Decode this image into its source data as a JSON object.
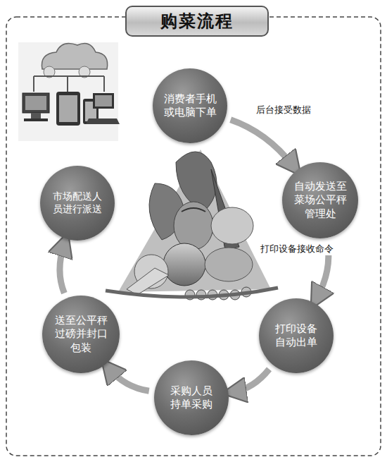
{
  "diagram": {
    "title": "购菜流程",
    "nodes": [
      {
        "text": [
          "消费者手机或电脑下单"
        ]
      },
      {
        "text": [
          "自动发送至菜场公平秤管理处"
        ]
      },
      {
        "text": [
          "打印设备自动出单"
        ]
      },
      {
        "text": [
          "采购人员持单采购"
        ]
      },
      {
        "text": [
          "送至公平秤过磅并封口包装"
        ]
      },
      {
        "text": [
          "市场配送人员进行派送"
        ]
      }
    ],
    "edges": [
      {
        "from": 0,
        "to": 1,
        "label": "后台接受数据",
        "arrow": "to"
      },
      {
        "from": 1,
        "to": 2,
        "label": "打印设备接收命令",
        "arrow": "to"
      },
      {
        "from": 2,
        "to": 3,
        "arrow": "to"
      },
      {
        "from": 3,
        "to": 4,
        "arrow": "to"
      },
      {
        "from": 4,
        "to": 5,
        "arrow": "to"
      }
    ]
  }
}
